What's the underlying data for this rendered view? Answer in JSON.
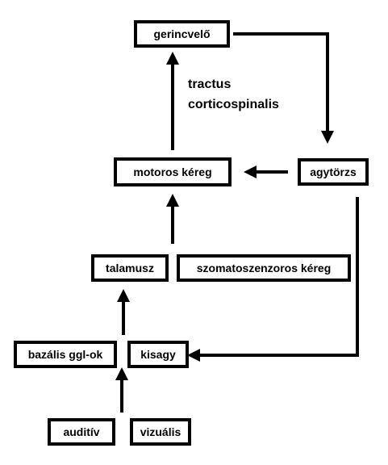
{
  "nodes": {
    "gerincvelo": "gerincvelő",
    "agytorzs": "agytörzs",
    "motoros_kereg": "motoros kéreg",
    "talamusz": "talamusz",
    "szomatoszenzoros_kereg": "szomatoszenzoros kéreg",
    "bazalis_ggl_ok": "bazális ggl-ok",
    "kisagy": "kisagy",
    "auditiv": "auditív",
    "vizualis": "vizuális"
  },
  "edge_labels": {
    "tractus_line1": "tractus",
    "tractus_line2": "corticospinalis"
  },
  "colors": {
    "ink": "#000000",
    "background": "#ffffff"
  }
}
